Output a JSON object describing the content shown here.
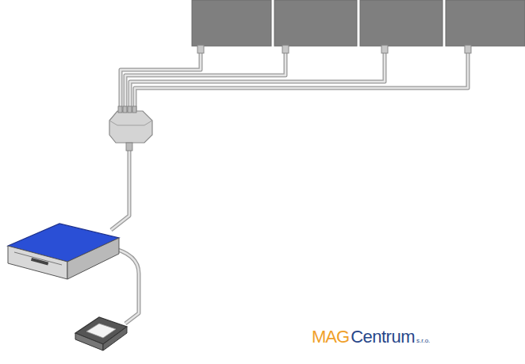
{
  "diagram": {
    "labels": [
      "MAG",
      "Centrum",
      "s.r.o."
    ]
  }
}
